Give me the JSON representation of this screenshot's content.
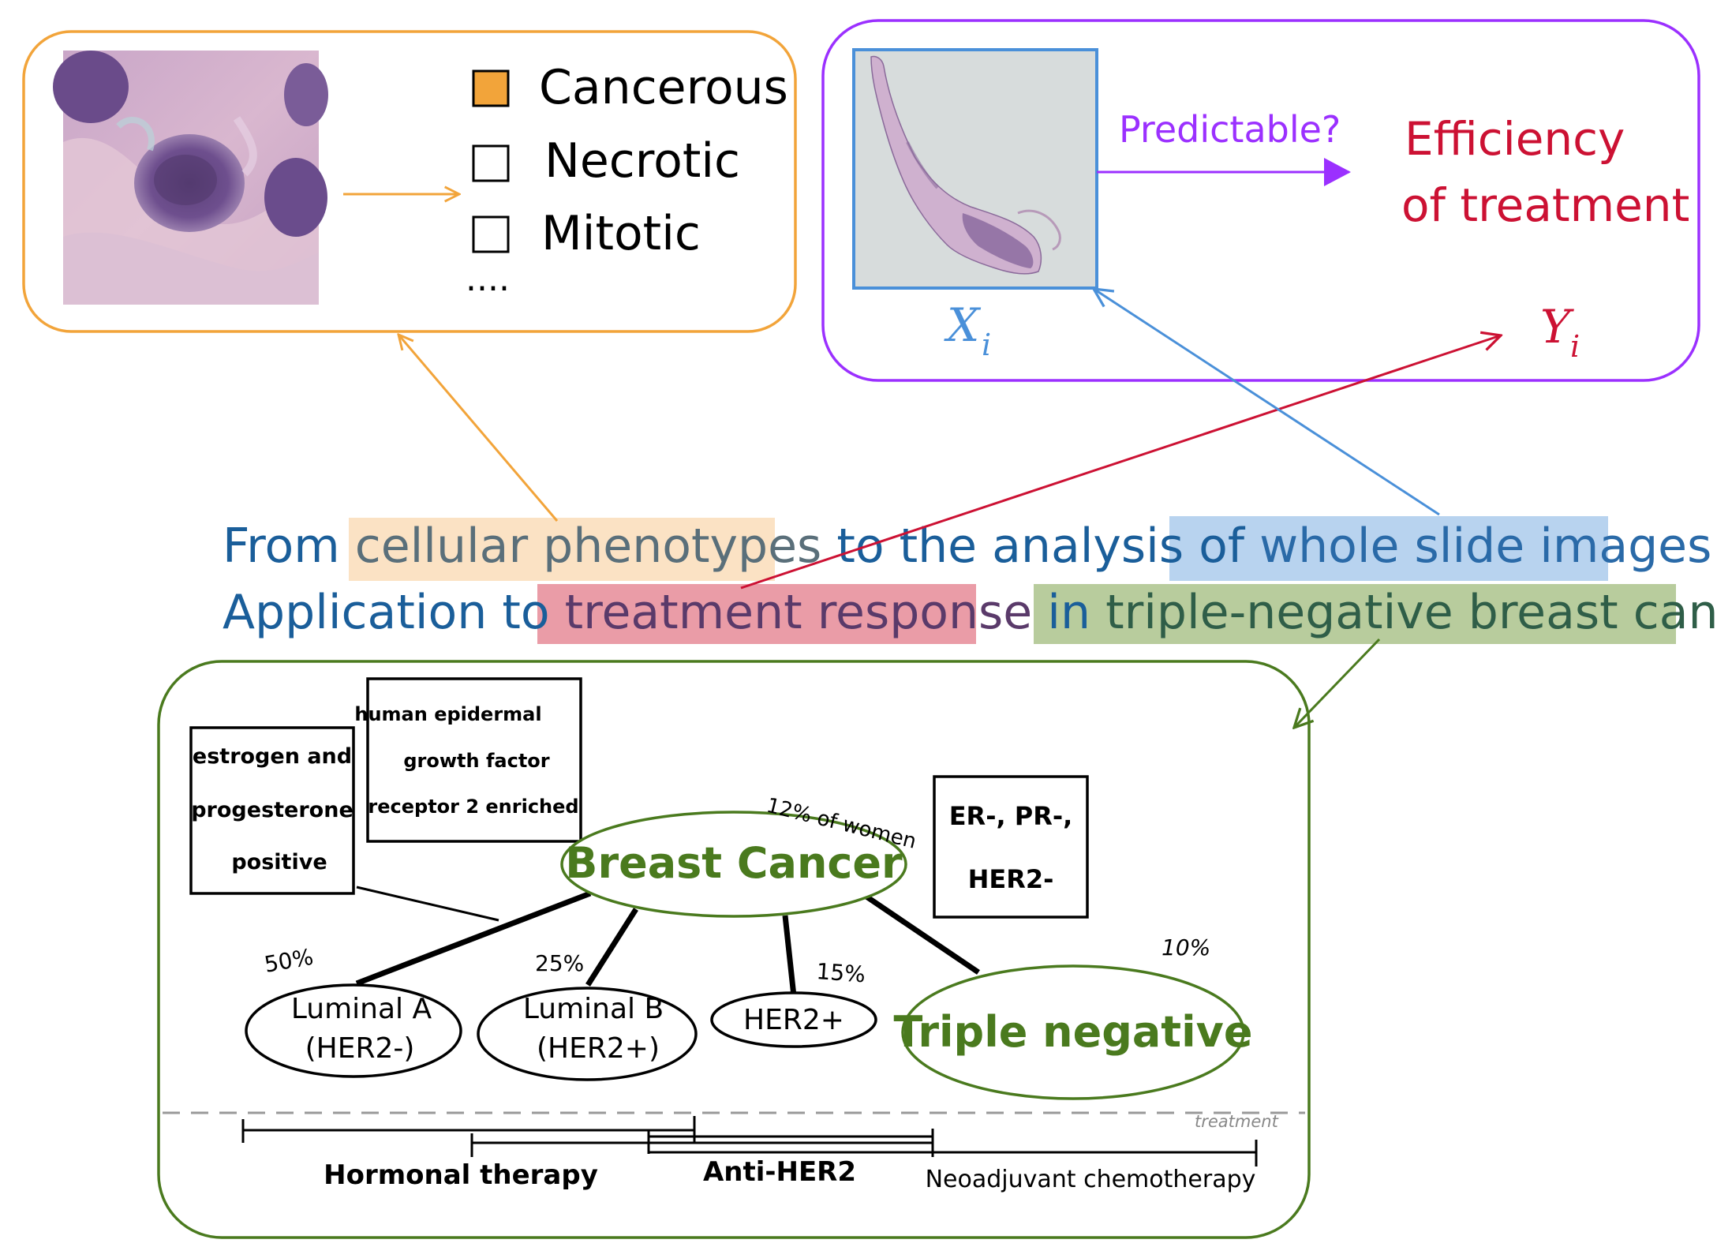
{
  "phenotype_panel": {
    "options": [
      {
        "label": "Cancerous",
        "checked": true
      },
      {
        "label": "Necrotic",
        "checked": false
      },
      {
        "label": "Mitotic",
        "checked": false
      }
    ],
    "ellipsis": "...."
  },
  "prediction_panel": {
    "arrow_label": "Predictable?",
    "outcome_line1": "Efficiency",
    "outcome_line2": "of treatment",
    "x_symbol": "X",
    "x_subscript": "i",
    "y_symbol": "Y",
    "y_subscript": "i"
  },
  "title": {
    "line1": {
      "part1": "From ",
      "highlight1": "cellular phenotypes",
      "part2": " to the analysis of ",
      "highlight2": "whole slide images:"
    },
    "line2": {
      "part1": "Application to ",
      "highlight1": "treatment response",
      "part2": " in ",
      "highlight2": "triple-negative breast cancer"
    }
  },
  "subtype_panel": {
    "hormone_box": [
      "estrogen and",
      "progesterone",
      "positive"
    ],
    "her2_box": [
      "human epidermal",
      "growth factor",
      "receptor 2 enriched"
    ],
    "tn_box": [
      "ER-, PR-,",
      "HER2-"
    ],
    "root_label": "Breast Cancer",
    "incidence_label": "12% of women",
    "subtypes": [
      {
        "line1": "Luminal A",
        "line2": "(HER2-)",
        "percent": "50%"
      },
      {
        "line1": "Luminal B",
        "line2": "(HER2+)",
        "percent": "25%"
      },
      {
        "line1": "HER2+",
        "line2": "",
        "percent": "15%"
      },
      {
        "line1": "Triple negative",
        "line2": "",
        "percent": "10%"
      }
    ],
    "treatment_divider_label": "treatment",
    "treatments": [
      "Hormonal therapy",
      "Anti-HER2",
      "Neoadjuvant chemotherapy"
    ]
  },
  "colors": {
    "orange": "#f2a43a",
    "purple": "#9b30ff",
    "blue": "#4a90d9",
    "red": "#cc1133",
    "green": "#4a7a1e",
    "title_blue": "#1a5e9a"
  }
}
